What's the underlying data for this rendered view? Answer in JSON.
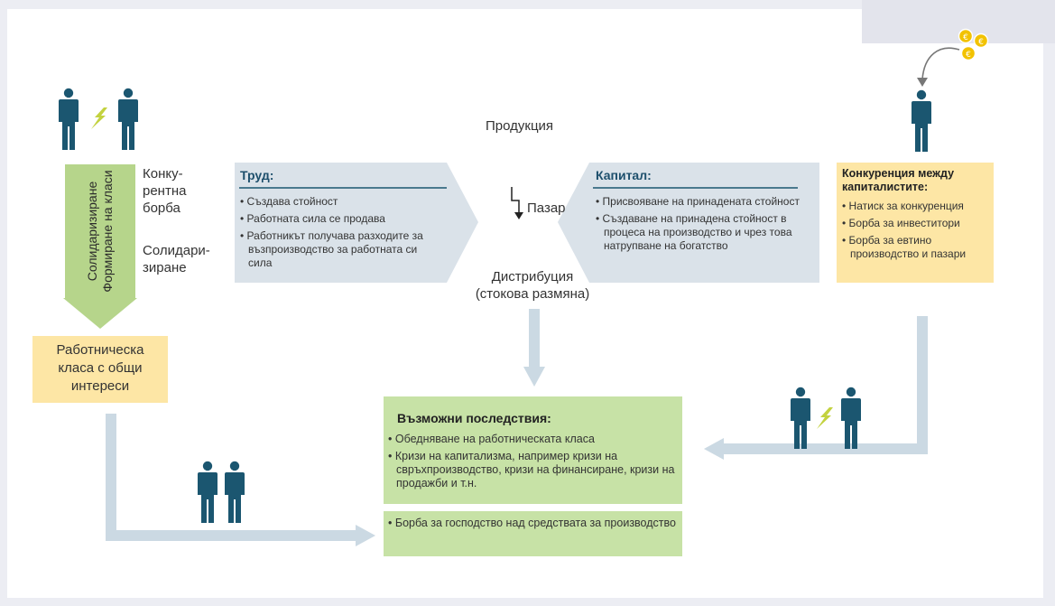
{
  "center": {
    "production": "Продукция",
    "market": "Пазар",
    "distribution_line1": "Дистрибуция",
    "distribution_line2": "(стокова размяна)"
  },
  "left": {
    "competitive_1": "Конку-",
    "competitive_2": "рентна",
    "competitive_3": "борба",
    "solidar_1": "Солидари-",
    "solidar_2": "зиране",
    "arrow_text_1": "Солидаризиране",
    "arrow_text_2": "Формиране на класи",
    "class_box_1": "Работническа",
    "class_box_2": "класа с общи",
    "class_box_3": "интереси"
  },
  "labor": {
    "title": "Труд:",
    "items": [
      "Създава стойност",
      "Работната сила се продава",
      "Работникът получава разходите за възпроизводство за работната си сила"
    ]
  },
  "capital": {
    "title": "Капитал:",
    "items": [
      "Присвояване на принадената стойност",
      "Създаване на принадена стойност в процеса на производство и чрез това натрупване на богатство"
    ]
  },
  "competition": {
    "title": "Конкуренция между капиталистите:",
    "items": [
      "Натиск за конкуренция",
      "Борба за инвеститори",
      "Борба за евтино производство и пазари"
    ]
  },
  "consequences": {
    "title": "Възможни последствия:",
    "items": [
      "Обедняване на работническата класа",
      "Кризи на капитализма, например кризи на свръхпроизводство, кризи на финансиране, кризи на продажби и т.н."
    ],
    "extra_item": "Борба за господство над средствата за производство"
  },
  "coins": {
    "symbol": "€"
  },
  "colors": {
    "figure": "#1b5670",
    "lightning": "#c3d23f",
    "green_arrow": "#b6d58b",
    "cream": "#fde6a5",
    "grey_card": "#dae2e9",
    "green_box": "#c7e2a6",
    "pale_arrow": "#cbd9e3",
    "coin": "#f2c200"
  }
}
